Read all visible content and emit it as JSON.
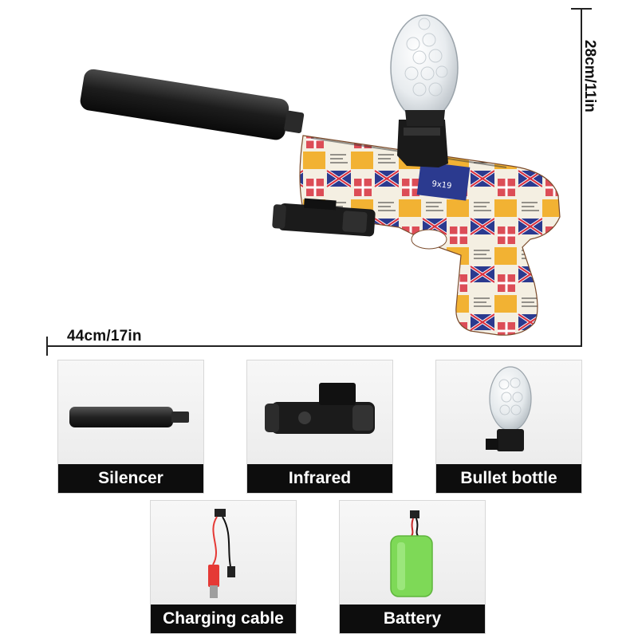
{
  "dimensions": {
    "length_label": "44cm/17in",
    "height_label": "28cm/11in"
  },
  "main_product": {
    "icon": "gel-blaster-icon"
  },
  "accessories": [
    {
      "label": "Silencer",
      "icon": "silencer-icon"
    },
    {
      "label": "Infrared",
      "icon": "infrared-icon"
    },
    {
      "label": "Bullet bottle",
      "icon": "bullet-bottle-icon"
    },
    {
      "label": "Charging cable",
      "icon": "charging-cable-icon"
    },
    {
      "label": "Battery",
      "icon": "battery-icon"
    }
  ],
  "colors": {
    "label_bg": "#0d0d0d",
    "label_text": "#ffffff",
    "battery_green": "#7ed957",
    "cable_red": "#e53935",
    "graffiti_yellow": "#f2b233",
    "graffiti_blue": "#2b3a8f",
    "graffiti_red": "#d9303e"
  }
}
